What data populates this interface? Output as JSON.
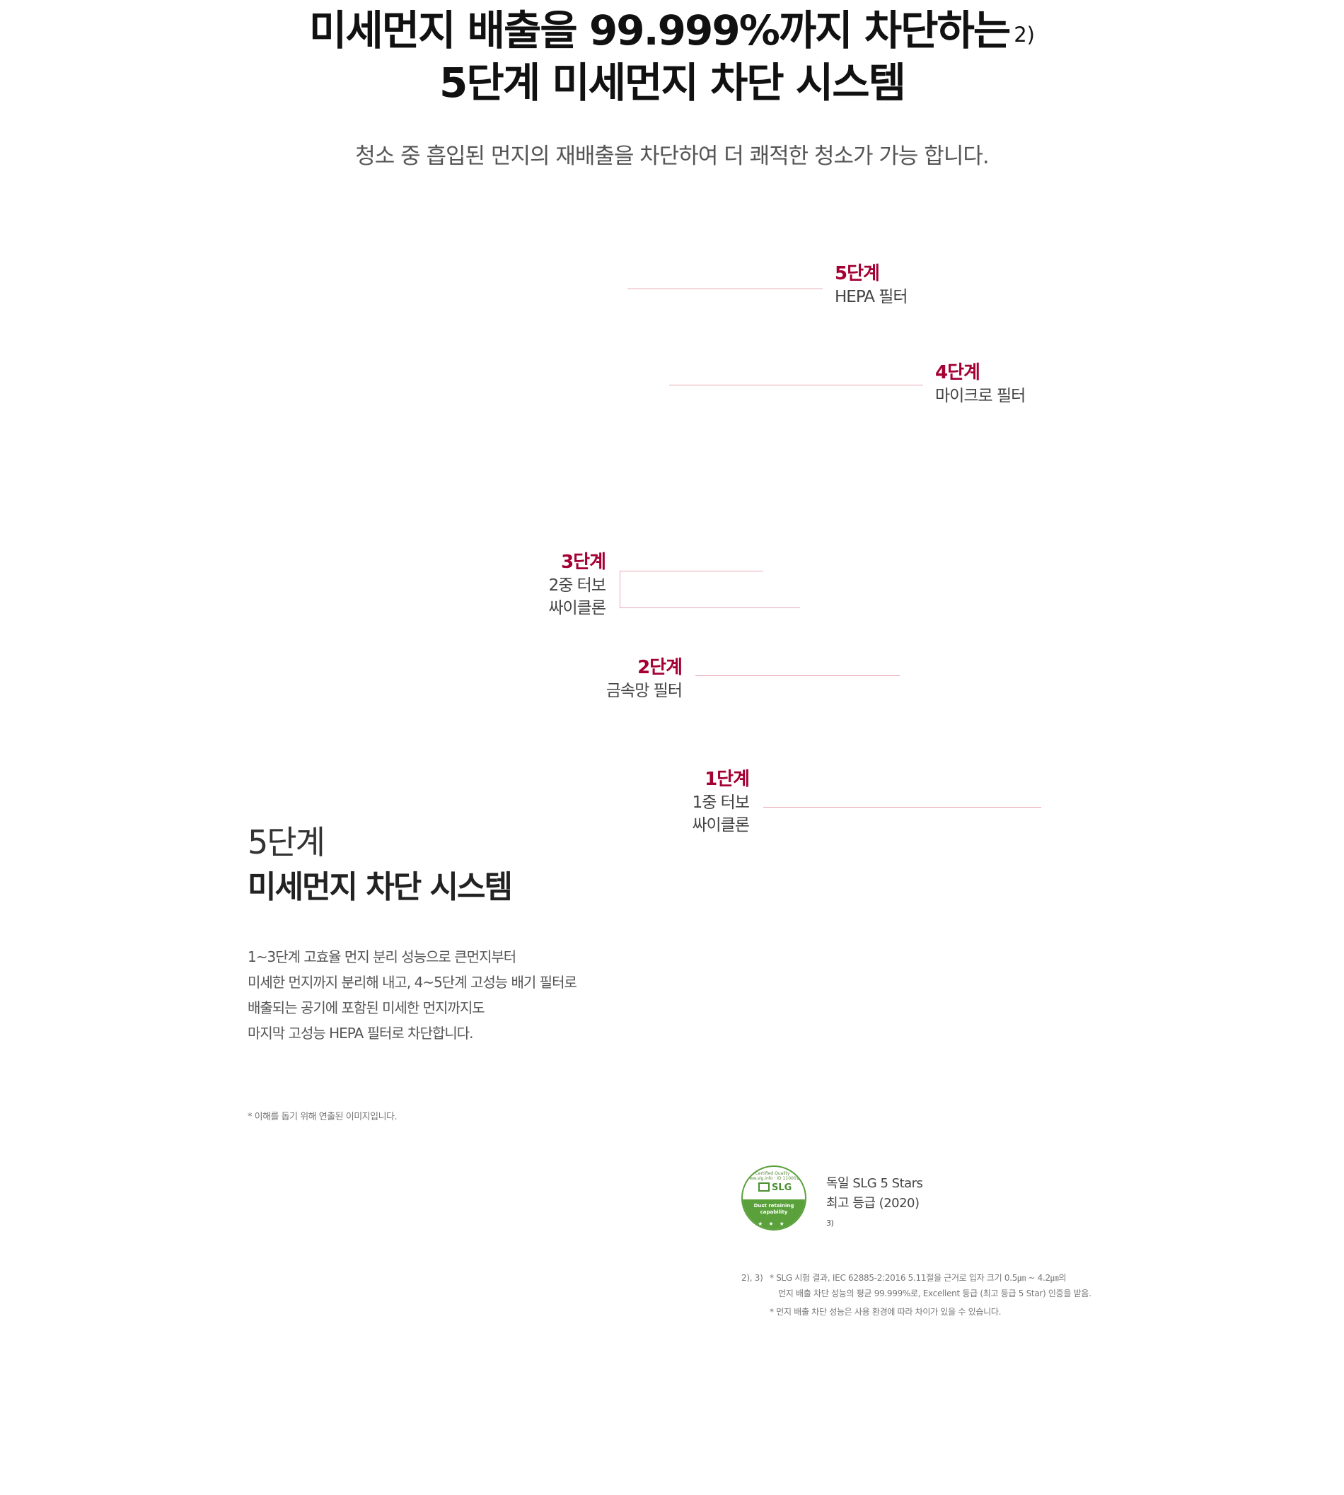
{
  "header": {
    "title_line1": "미세먼지 배출을 99.999%까지 차단하는",
    "title_sup": "2)",
    "title_line2": "5단계 미세먼지 차단 시스템",
    "subtitle": "청소 중 흡입된 먼지의 재배출을 차단하여 더 쾌적한 청소가 가능 합니다."
  },
  "stages": {
    "s5": {
      "num": "5단계",
      "name": "HEPA 필터"
    },
    "s4": {
      "num": "4단계",
      "name": "마이크로 필터"
    },
    "s3": {
      "num": "3단계",
      "name_line1": "2중 터보",
      "name_line2": "싸이클론"
    },
    "s2": {
      "num": "2단계",
      "name": "금속망 필터"
    },
    "s1": {
      "num": "1단계",
      "name_line1": "1중 터보",
      "name_line2": "싸이클론"
    }
  },
  "description": {
    "title_light": "5단계",
    "title_bold": "미세먼지 차단 시스템",
    "body": [
      "1~3단계 고효율 먼지 분리 성능으로 큰먼지부터",
      "미세한 먼지까지 분리해 내고, 4~5단계 고성능 배기 필터로",
      "배출되는 공기에 포함된 미세한 먼지까지도",
      "마지막 고성능 HEPA 필터로 차단합니다."
    ],
    "image_note": "* 이해를 돕기 위해 연출된 이미지입니다."
  },
  "badge": {
    "ring_text": "Certified Quality · www.slg.info · ID 1100015",
    "logo_text": "SLG",
    "label_line1": "Dust retaining",
    "label_line2": "capability",
    "stars": "★★★",
    "caption_line1": "독일 SLG 5 Stars",
    "caption_line2": "최고 등급 (2020)",
    "caption_sup": "3)"
  },
  "footnotes": {
    "ref": "2), 3)",
    "line1": "* SLG 시험 결과, IEC 62885-2:2016 5.11절을 근거로 입자 크기 0.5㎛ ~ 4.2㎛의",
    "line2": "먼지 배출 차단 성능의 평균 99.999%로, Excellent 등급 (최고 등급 5 Star) 인증을 받음.",
    "line3": "* 먼지 배출 차단 성능은 사용 환경에 따라 차이가 있을 수 있습니다."
  },
  "colors": {
    "accent": "#a50034",
    "leader": "#e7a7b4",
    "badge_green": "#5aa13b"
  }
}
